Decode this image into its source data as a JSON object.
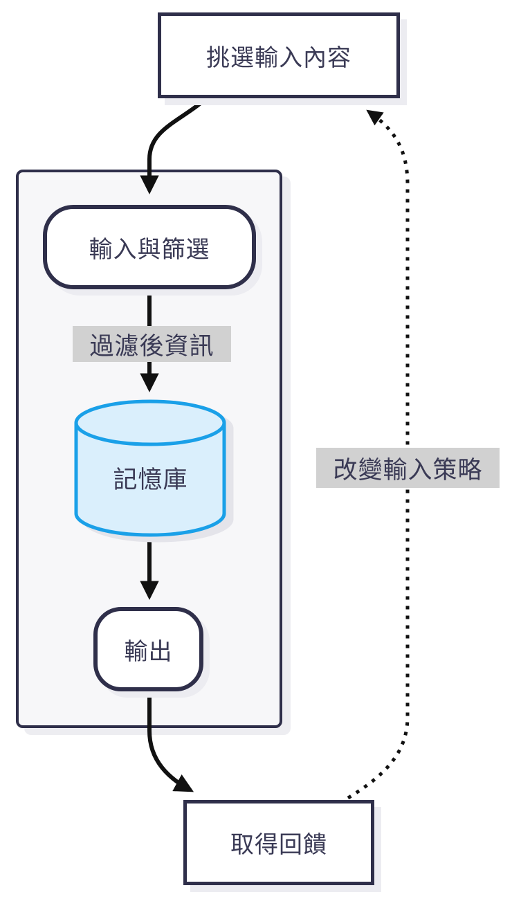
{
  "diagram": {
    "nodes": {
      "select_input": {
        "label": "挑選輸入內容",
        "shape": "rectangle"
      },
      "input_filter": {
        "label": "輸入與篩選",
        "shape": "rounded-rectangle"
      },
      "memory": {
        "label": "記憶庫",
        "shape": "cylinder"
      },
      "output": {
        "label": "輸出",
        "shape": "rounded-rectangle"
      },
      "feedback": {
        "label": "取得回饋",
        "shape": "rectangle"
      }
    },
    "edge_labels": {
      "filtered_info": "過濾後資訊",
      "change_strategy": "改變輸入策略"
    },
    "edges": [
      {
        "from": "select_input",
        "to": "input_filter",
        "style": "solid"
      },
      {
        "from": "input_filter",
        "to": "memory",
        "style": "solid",
        "label": "過濾後資訊"
      },
      {
        "from": "memory",
        "to": "output",
        "style": "solid"
      },
      {
        "from": "output",
        "to": "feedback",
        "style": "solid"
      },
      {
        "from": "feedback",
        "to": "select_input",
        "style": "dotted",
        "label": "改變輸入策略"
      }
    ],
    "colors": {
      "node_border": "#2f2f4a",
      "node_text": "#3a3a55",
      "container_fill": "#f7f7f9",
      "cylinder_stroke": "#1aa0e8",
      "cylinder_fill": "#daeffc",
      "edge_label_bg": "#d1d1d1",
      "arrow": "#111111",
      "background": "#ffffff"
    }
  }
}
